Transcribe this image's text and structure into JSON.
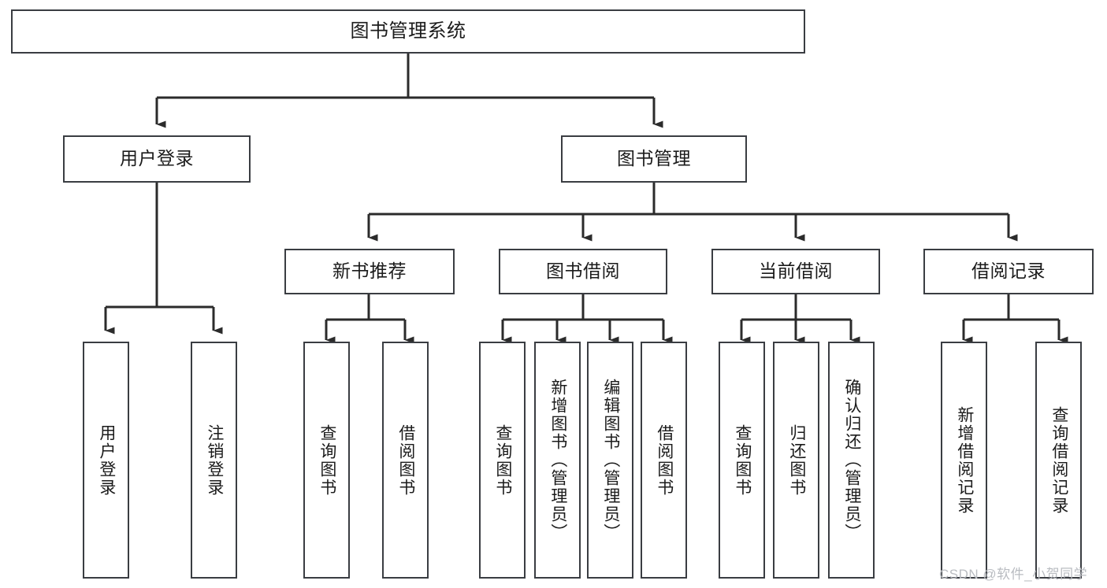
{
  "diagram": {
    "title": "图书管理系统",
    "type": "功能结构图",
    "colors": {
      "background": "#ffffff",
      "box_border": "#3a3d42",
      "box_fill": "#ffffff",
      "connector": "#2b2b2b",
      "text": "#1b1b1b",
      "watermark": "#b9bcc1"
    },
    "root": {
      "label": "图书管理系统"
    },
    "level2": [
      {
        "label": "用户登录"
      },
      {
        "label": "图书管理"
      }
    ],
    "level3": [
      {
        "label": "新书推荐"
      },
      {
        "label": "图书借阅"
      },
      {
        "label": "当前借阅"
      },
      {
        "label": "借阅记录"
      }
    ],
    "leaves": {
      "user_login": [
        {
          "label": "用户登录"
        },
        {
          "label": "注销登录"
        }
      ],
      "new_book_recommend": [
        {
          "label": "查询图书"
        },
        {
          "label": "借阅图书"
        }
      ],
      "book_borrow": [
        {
          "label": "查询图书"
        },
        {
          "label": "新增图书（管理员）"
        },
        {
          "label": "编辑图书（管理员）"
        },
        {
          "label": "借阅图书"
        }
      ],
      "current_borrow": [
        {
          "label": "查询图书"
        },
        {
          "label": "归还图书"
        },
        {
          "label": "确认归还（管理员）"
        }
      ],
      "borrow_record": [
        {
          "label": "新增借阅记录"
        },
        {
          "label": "查询借阅记录"
        }
      ]
    },
    "watermark": "CSDN @软件_小贺同学"
  }
}
